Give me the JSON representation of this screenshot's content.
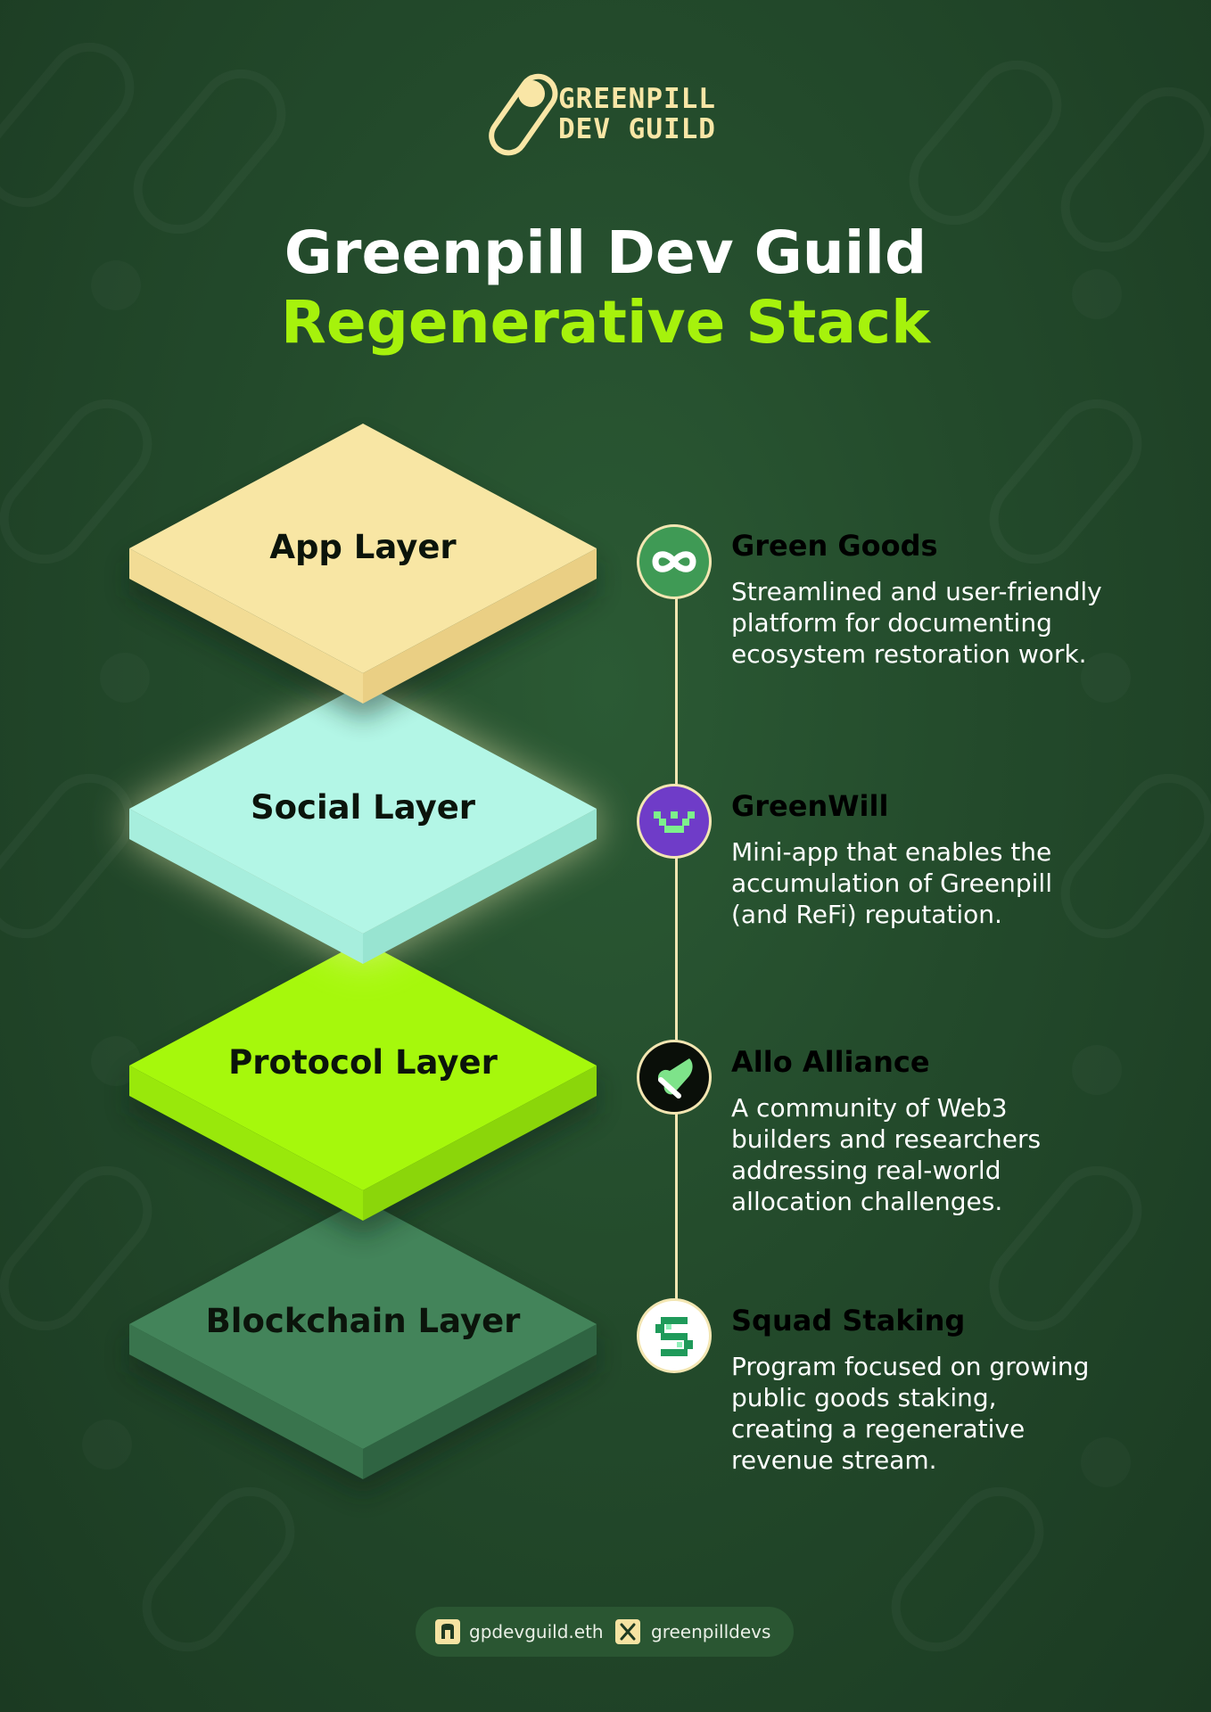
{
  "brand": {
    "line1": "GREENPILL",
    "line2": "DEV GUILD"
  },
  "title": {
    "line1": "Greenpill Dev Guild",
    "line2": "Regenerative Stack"
  },
  "layers": [
    {
      "label": "App Layer",
      "top": "#f8e6a4",
      "left": "#f2dc95",
      "right": "#eacf84"
    },
    {
      "label": "Social Layer",
      "top": "#b3f6e6",
      "left": "#a7eedd",
      "right": "#98e4d1"
    },
    {
      "label": "Protocol Layer",
      "top": "#a6f80c",
      "left": "#99e80b",
      "right": "#8bd60a"
    },
    {
      "label": "Blockchain Layer",
      "top": "#43845a",
      "left": "#39744d",
      "right": "#2f6442"
    }
  ],
  "items": [
    {
      "title": "Green Goods",
      "title_color": "#a6f20c",
      "desc": [
        "Streamlined and user-friendly",
        "platform for documenting",
        "ecosystem restoration work."
      ],
      "icon": "infinity-leaf-icon"
    },
    {
      "title": "GreenWill",
      "title_color": "#f6e3a2",
      "desc": [
        "Mini-app that enables the",
        "accumulation of Greenpill",
        "(and ReFi) reputation."
      ],
      "icon": "pixel-crown-icon"
    },
    {
      "title": "Allo Alliance",
      "title_color": "#a6f20c",
      "desc": [
        "A community of Web3",
        "builders and researchers",
        "addressing real-world",
        "allocation challenges."
      ],
      "icon": "allo-ribbon-icon"
    },
    {
      "title": "Squad Staking",
      "title_color": "#a6f20c",
      "desc": [
        "Program focused on growing",
        "public goods staking,",
        "creating a regenerative",
        "revenue stream."
      ],
      "icon": "pixel-s-icon"
    }
  ],
  "footer": {
    "ens": "gpdevguild.eth",
    "x_handle": "greenpilldevs"
  }
}
